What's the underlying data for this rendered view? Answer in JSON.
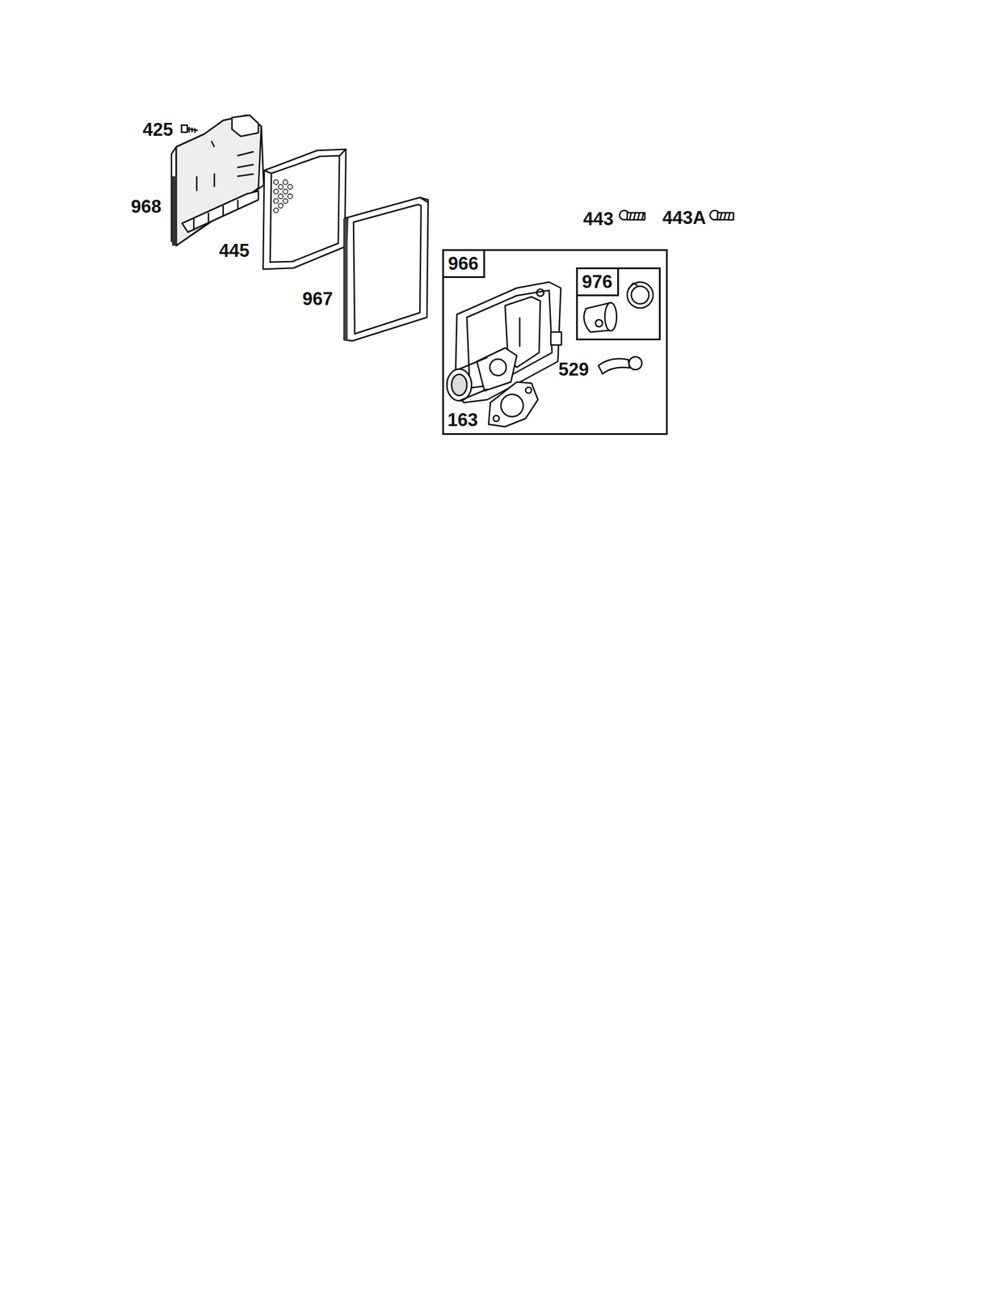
{
  "diagram": {
    "nodes": [
      {
        "text": [
          "966"
        ]
      },
      {
        "text": [
          "976"
        ],
        "in": 0
      }
    ],
    "labels": [
      "425",
      "968",
      "445",
      "967",
      "443",
      "443A",
      "529",
      "163"
    ]
  }
}
